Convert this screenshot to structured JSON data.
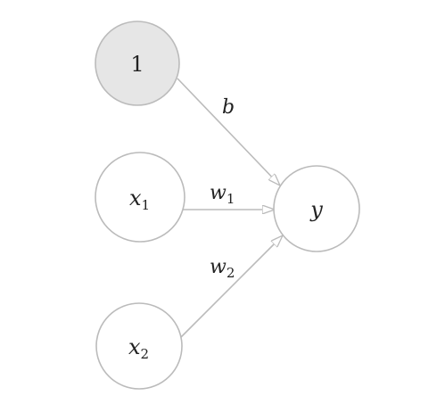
{
  "diagram": {
    "nodes": {
      "bias": {
        "label": "1",
        "fill": "#e6e6e6"
      },
      "x1": {
        "var": "x",
        "sub": "1",
        "fill": "#ffffff"
      },
      "x2": {
        "var": "x",
        "sub": "2",
        "fill": "#ffffff"
      },
      "y": {
        "var": "y",
        "fill": "#ffffff"
      }
    },
    "edges": {
      "bias_to_y": {
        "label": "b"
      },
      "x1_to_y": {
        "var": "w",
        "sub": "1"
      },
      "x2_to_y": {
        "var": "w",
        "sub": "2"
      }
    },
    "colors": {
      "stroke": "#bbbbbb",
      "text": "#222222"
    }
  }
}
